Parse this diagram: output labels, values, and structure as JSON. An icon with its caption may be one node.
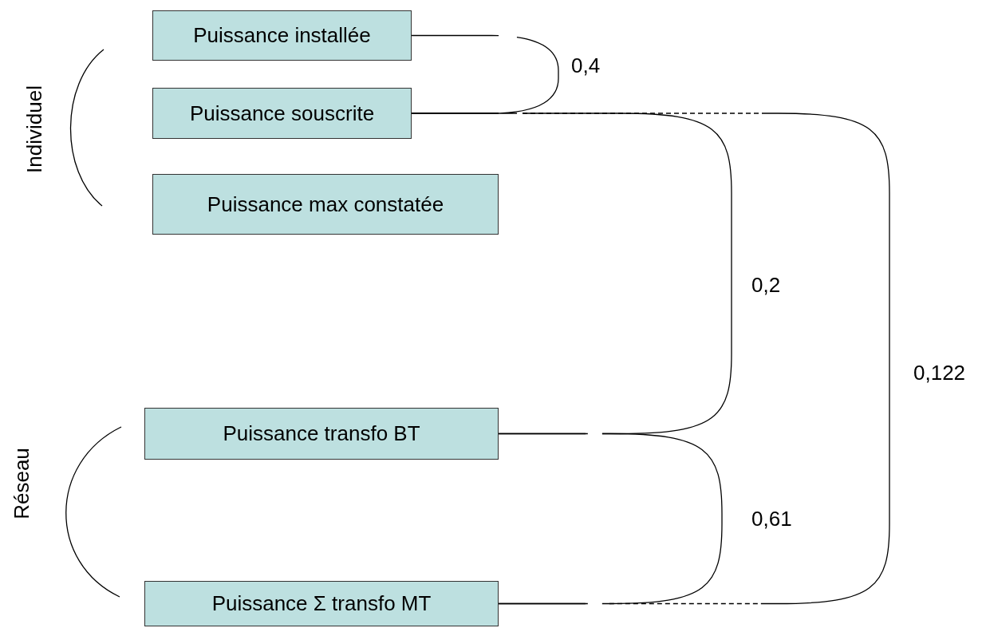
{
  "diagram": {
    "nodes": [
      {
        "text": [
          "Puissance installée"
        ]
      },
      {
        "text": [
          "Puissance souscrite"
        ]
      },
      {
        "text": [
          "Puissance max constatée"
        ]
      },
      {
        "text": [
          "Puissance transfo BT"
        ]
      },
      {
        "text": [
          "Puissance Σ transfo MT"
        ]
      }
    ],
    "edges": [
      {
        "from": 0,
        "to": 1,
        "arrow": "none",
        "label": "0,4"
      },
      {
        "from": 1,
        "to": 3,
        "arrow": "none",
        "label": "0,2"
      },
      {
        "from": 3,
        "to": 4,
        "arrow": "none",
        "label": "0,61"
      },
      {
        "from": 1,
        "to": 4,
        "arrow": "none",
        "label": "0,122",
        "style": "dashed"
      }
    ],
    "labels": [
      "Individuel",
      "Réseau"
    ]
  }
}
